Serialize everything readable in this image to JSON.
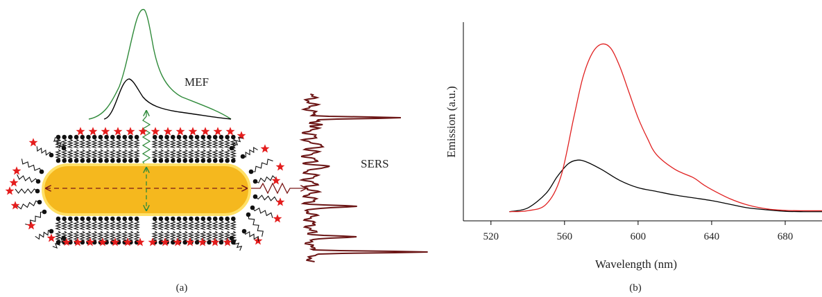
{
  "panel_a": {
    "caption": "(a)",
    "mef_label": "MEF",
    "sers_label": "SERS",
    "colors": {
      "rod": "#f5b81e",
      "rod_edge": "#e6a10f",
      "star": "#e41d1d",
      "mef_enhanced": "#2f8a3a",
      "mef_plain": "#000000",
      "sers": "#6b1515",
      "axis_arrows": "#7a1818",
      "transverse": "#2f8a3a"
    }
  },
  "panel_b": {
    "caption": "(b)",
    "chart_data": {
      "type": "line",
      "xlabel": "Wavelength (nm)",
      "ylabel": "Emission (a.u.)",
      "xlim": [
        505,
        700
      ],
      "ylim": [
        0,
        1.08
      ],
      "xticks": [
        520,
        560,
        600,
        640,
        680
      ],
      "grid": false,
      "series": [
        {
          "color": "#000000",
          "points": [
            [
              530,
              0.05
            ],
            [
              540,
              0.07
            ],
            [
              550,
              0.15
            ],
            [
              556,
              0.24
            ],
            [
              562,
              0.31
            ],
            [
              567,
              0.33
            ],
            [
              572,
              0.32
            ],
            [
              580,
              0.28
            ],
            [
              590,
              0.22
            ],
            [
              600,
              0.18
            ],
            [
              610,
              0.16
            ],
            [
              620,
              0.14
            ],
            [
              630,
              0.125
            ],
            [
              640,
              0.11
            ],
            [
              650,
              0.09
            ],
            [
              660,
              0.07
            ],
            [
              670,
              0.06
            ],
            [
              680,
              0.052
            ],
            [
              690,
              0.05
            ],
            [
              700,
              0.05
            ]
          ]
        },
        {
          "color": "#e02020",
          "points": [
            [
              530,
              0.05
            ],
            [
              540,
              0.055
            ],
            [
              550,
              0.09
            ],
            [
              558,
              0.24
            ],
            [
              565,
              0.56
            ],
            [
              570,
              0.78
            ],
            [
              575,
              0.91
            ],
            [
              580,
              0.96
            ],
            [
              585,
              0.94
            ],
            [
              590,
              0.84
            ],
            [
              595,
              0.7
            ],
            [
              600,
              0.56
            ],
            [
              605,
              0.45
            ],
            [
              610,
              0.36
            ],
            [
              620,
              0.28
            ],
            [
              630,
              0.235
            ],
            [
              635,
              0.2
            ],
            [
              640,
              0.17
            ],
            [
              650,
              0.12
            ],
            [
              660,
              0.085
            ],
            [
              670,
              0.065
            ],
            [
              680,
              0.057
            ],
            [
              690,
              0.055
            ],
            [
              700,
              0.055
            ]
          ]
        }
      ]
    }
  }
}
